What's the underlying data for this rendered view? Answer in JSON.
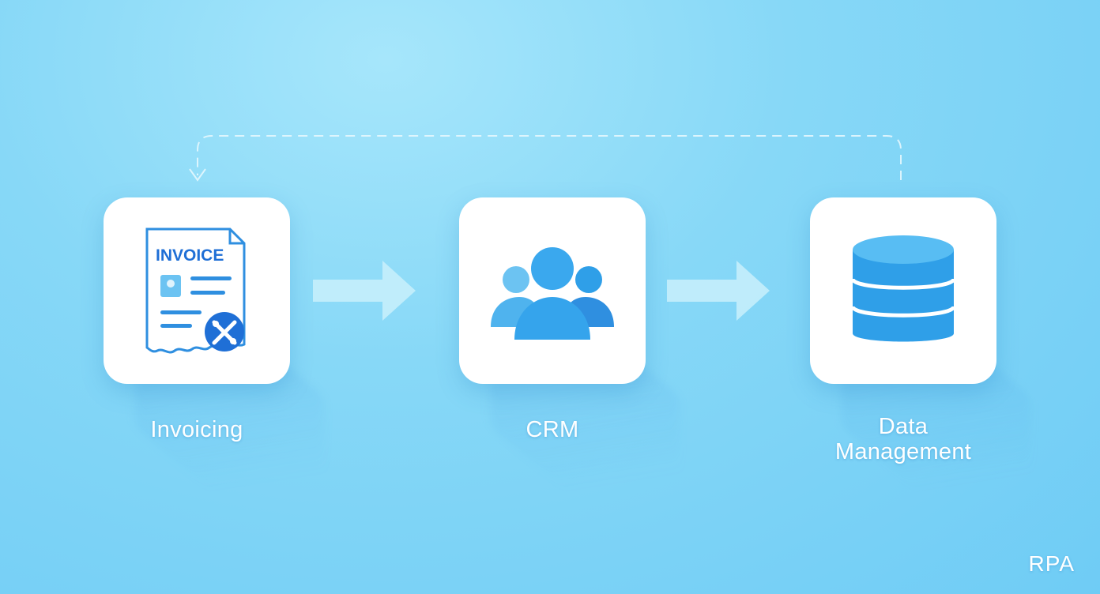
{
  "steps": [
    {
      "label": "Invoicing",
      "icon": "invoice-icon",
      "icon_text": "INVOICE"
    },
    {
      "label": "CRM",
      "icon": "people-group-icon"
    },
    {
      "label": "Data\nManagement",
      "icon": "database-icon"
    }
  ],
  "corner_label": "RPA",
  "colors": {
    "background": "#87d8f7",
    "card": "#ffffff",
    "icon_blue": "#2f9fe8",
    "icon_dark": "#1f6fd6",
    "arrow": "#c9f0fc"
  }
}
